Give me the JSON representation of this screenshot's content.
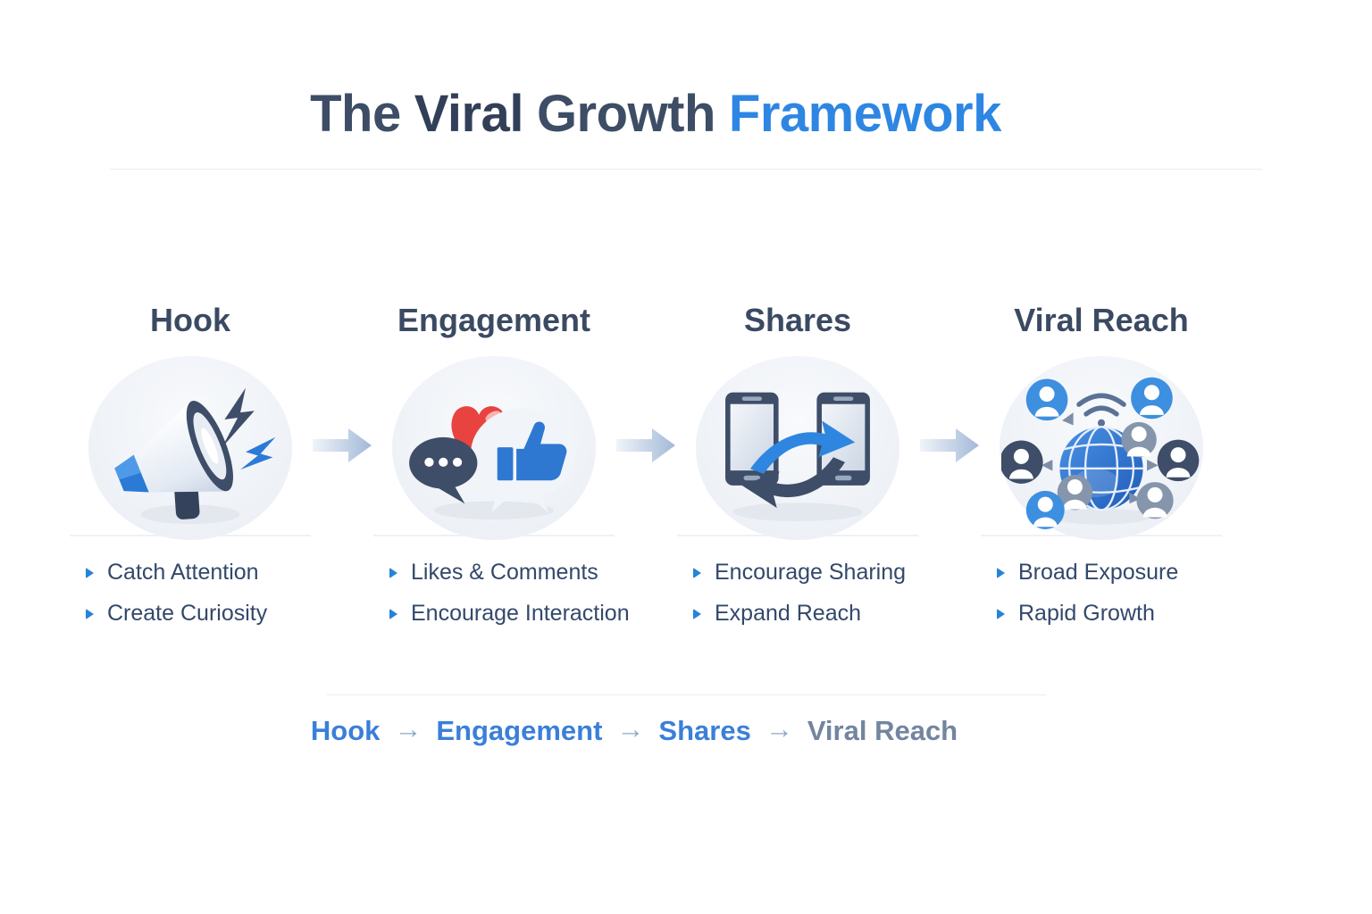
{
  "title": {
    "part_the": "The",
    "part_viral": "Viral",
    "part_growth": "Growth",
    "part_framework": "Framework"
  },
  "stages": [
    {
      "label": "Hook",
      "icon": "megaphone-icon",
      "bullets": [
        "Catch Attention",
        "Create Curiosity"
      ]
    },
    {
      "label": "Engagement",
      "icon": "likes-comments-icon",
      "bullets": [
        "Likes & Comments",
        "Encourage Interaction"
      ]
    },
    {
      "label": "Shares",
      "icon": "phone-share-icon",
      "bullets": [
        "Encourage Sharing",
        "Expand Reach"
      ]
    },
    {
      "label": "Viral Reach",
      "icon": "global-network-icon",
      "bullets": [
        "Broad Exposure",
        "Rapid Growth"
      ]
    }
  ],
  "flow_bar": {
    "steps": [
      "Hook",
      "Engagement",
      "Shares",
      "Viral Reach"
    ],
    "arrow": "→"
  },
  "colors": {
    "accent_blue": "#2e86e3",
    "dark_navy": "#3b4a63",
    "bullet_blue": "#2584d8",
    "heart_red": "#e8433f",
    "muted_step_gray": "#73859f",
    "connector_gray_blue": "#a3b9d8"
  }
}
